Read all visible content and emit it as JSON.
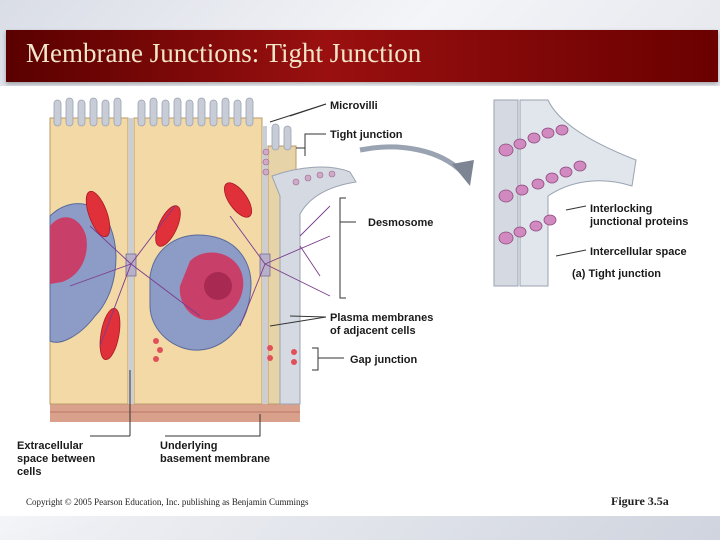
{
  "title": "Membrane Junctions: Tight Junction",
  "labels": {
    "microvilli": "Microvilli",
    "tight_junction": "Tight junction",
    "desmosome": "Desmosome",
    "plasma_membranes_line1": "Plasma membranes",
    "plasma_membranes_line2": "of adjacent cells",
    "gap_junction": "Gap junction",
    "interlocking_line1": "Interlocking",
    "interlocking_line2": "junctional proteins",
    "intercellular_space": "Intercellular space",
    "tight_junction_caption": "(a) Tight junction",
    "extracellular_line1": "Extracellular",
    "extracellular_line2": "space between",
    "extracellular_line3": "cells",
    "underlying_line1": "Underlying",
    "underlying_line2": "basement membrane"
  },
  "footer": {
    "copyright": "Copyright © 2005 Pearson Education, Inc. publishing as Benjamin Cummings",
    "figure": "Figure 3.5a"
  },
  "colors": {
    "title_bar": "#8b0a0a",
    "title_text": "#f2e6c8",
    "cytoplasm": "#f2d9a6",
    "nucleus_blue": "#8d9cc6",
    "nucleus_pink": "#c8406a",
    "mitochondria": "#e0303a",
    "basement_membrane": "#d9a08c",
    "membrane_gray": "#c9cfd8"
  }
}
